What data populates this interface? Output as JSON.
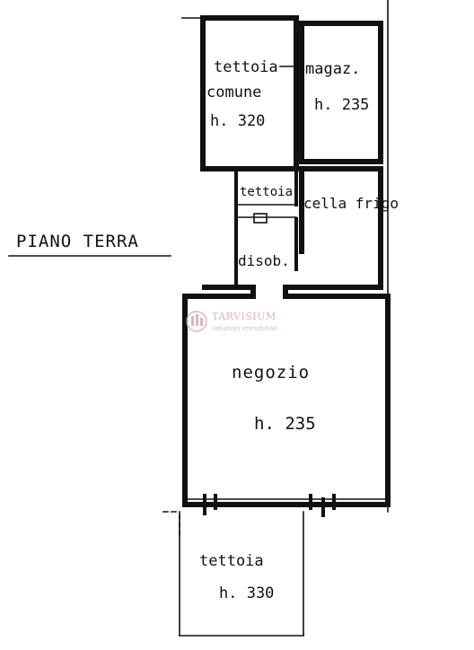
{
  "plan_title": "PIANO TERRA",
  "rooms": {
    "tettoia_comune": {
      "name_line1": "tettoia",
      "name_line2": "comune",
      "height": "h. 320"
    },
    "magazzino": {
      "name": "magaz.",
      "height": "h. 235"
    },
    "tettoia_small": {
      "name": "tettoia"
    },
    "cella_frigo": {
      "name": "cella frigo"
    },
    "disobbligo": {
      "name": "disob."
    },
    "negozio": {
      "name": "negozio",
      "height": "h. 235"
    },
    "tettoia_bottom": {
      "name": "tettoia",
      "height": "h. 330"
    }
  },
  "watermark": {
    "brand": "TARVISIUM",
    "tagline": "soluzioni immobiliari",
    "color": "#d9a8b0"
  }
}
